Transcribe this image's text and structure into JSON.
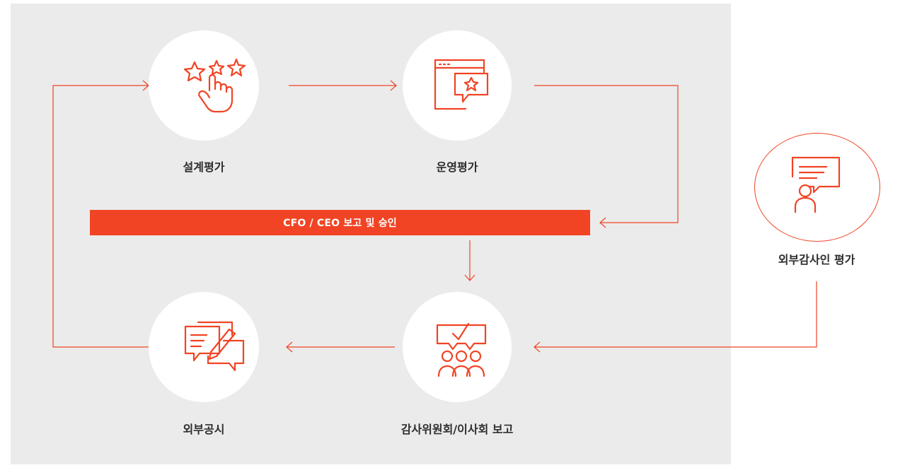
{
  "steps": {
    "design_eval": {
      "label": "설계평가",
      "icon": "rating-stars-hand-icon"
    },
    "operation_eval": {
      "label": "운영평가",
      "icon": "browser-star-chat-icon"
    },
    "audit_report": {
      "label": "감사위원회/이사회 보고",
      "icon": "team-approval-icon"
    },
    "disclosure": {
      "label": "외부공시",
      "icon": "document-edit-chat-icon"
    },
    "external_auditor": {
      "label": "외부감사인 평가",
      "icon": "presenter-chat-icon"
    }
  },
  "approval_bar": {
    "label": "CFO / CEO 보고 및 승인"
  },
  "colors": {
    "accent": "#f04424",
    "panel": "#ebebeb",
    "text": "#2e2e2e"
  }
}
